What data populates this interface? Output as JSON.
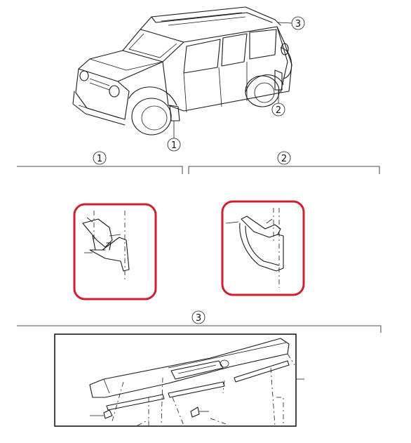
{
  "diagram": {
    "callouts": {
      "one": "1",
      "two": "2",
      "three": "3"
    },
    "section_labels": {
      "one": "1",
      "two": "2",
      "three": "3"
    },
    "colors": {
      "line": "#1a1a1a",
      "highlight": "#d0202e",
      "background": "#ffffff"
    },
    "icons": {
      "vehicle": "suv-line-drawing",
      "part_one": "front-mudflap-icon",
      "part_two": "rear-mudflap-icon",
      "part_three": "rear-spoiler-icon"
    }
  }
}
